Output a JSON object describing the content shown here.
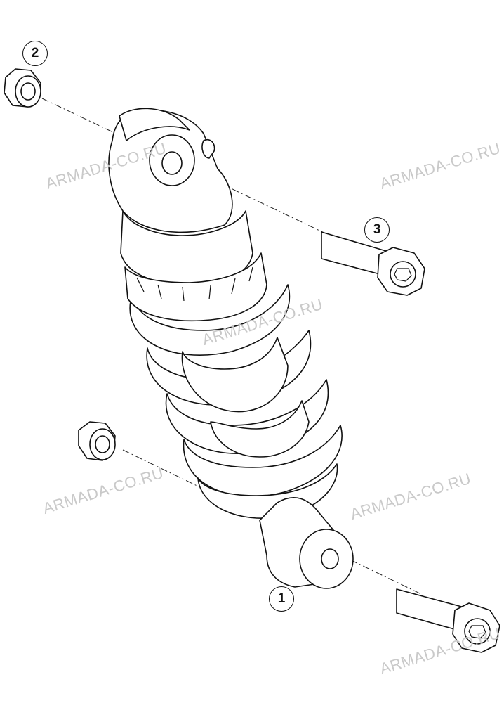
{
  "diagram": {
    "callouts": {
      "shock": "1",
      "nut": "2",
      "bolt": "3"
    },
    "watermarks": [
      "ARMADA-CO.RU",
      "ARMADA-CO.RU",
      "ARMADA-CO.RU",
      "ARMADA-CO.RU",
      "ARMADA-CO.RU",
      "ARMADA-CO.RU"
    ],
    "colors": {
      "line": "#111111",
      "watermark": "#c9c9c9",
      "background": "#ffffff"
    }
  }
}
